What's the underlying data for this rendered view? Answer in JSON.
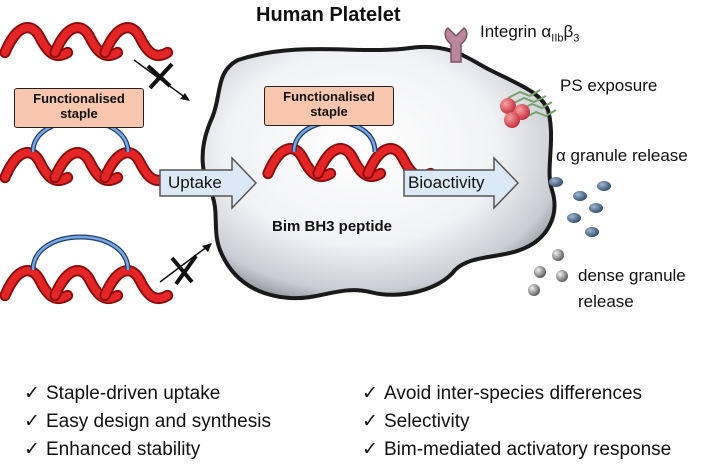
{
  "title": "Human Platelet",
  "staple_box_line1": "Functionalised",
  "staple_box_line2": "staple",
  "uptake_label": "Uptake",
  "bioactivity_label": "Bioactivity",
  "peptide_label": "Bim BH3 peptide",
  "integrin_label": "Integrin α",
  "integrin_sub1": "IIb",
  "integrin_beta": "β",
  "integrin_sub2": "3",
  "ps_label": "PS exposure",
  "alpha_label": "α granule release",
  "dense_label_line1": "dense granule",
  "dense_label_line2": "release",
  "check_glyph": "✓",
  "benefits_left": [
    "Staple-driven uptake",
    "Easy design and synthesis",
    "Enhanced stability"
  ],
  "benefits_right": [
    "Avoid inter-species differences",
    "Selectivity",
    "Bim-mediated activatory response"
  ],
  "colors": {
    "helix": "#d91f1f",
    "staple": "#5b86c4",
    "box": "#f7c6ad",
    "arrow": "#dbe9f7",
    "granule": "#4d6a8e",
    "integrin": "#b9879a"
  }
}
